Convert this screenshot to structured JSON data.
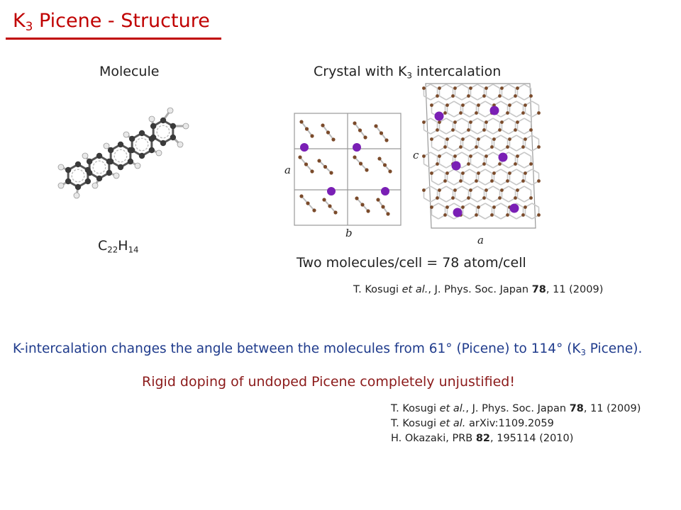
{
  "title": {
    "main": "K",
    "sub": "3",
    "rest": " Picene - Structure"
  },
  "molecule": {
    "header": "Molecule",
    "formula": {
      "c": "C",
      "c_count": "22",
      "h": "H",
      "h_count": "14"
    }
  },
  "crystal": {
    "header_main": "Crystal with K",
    "header_sub": "3",
    "header_rest": " intercalation",
    "axis_a_left": "a",
    "axis_b": "b",
    "axis_c": "c",
    "axis_a_right": "a",
    "caption": "Two molecules/cell = 78 atom/cell"
  },
  "ref_top": {
    "author": "T. Kosugi ",
    "etal": "et al.",
    "journal": ", J. Phys. Soc. Japan ",
    "volume": "78",
    "pages": ", 11 (2009)"
  },
  "statement": {
    "part1": "K-intercalation changes the angle between the molecules from 61° (Picene) to 114° (K",
    "sub": "3",
    "part2": " Picene)."
  },
  "conclusion": "Rigid doping of undoped Picene completely unjustified!",
  "references": [
    {
      "author": "T. Kosugi ",
      "etal": "et al.",
      "rest1": ", J. Phys. Soc. Japan ",
      "bold": "78",
      "rest2": ", 11 (2009)"
    },
    {
      "author": "T. Kosugi ",
      "etal": "et al.",
      "rest1": " arXiv:1109.2059",
      "bold": "",
      "rest2": ""
    },
    {
      "author": "H. Okazaki, PRB ",
      "etal": "",
      "rest1": "",
      "bold": "82",
      "rest2": ", 195114 (2010)"
    }
  ],
  "colors": {
    "title": "#c00000",
    "statement": "#1f3b8c",
    "conclusion": "#8b1a1a",
    "potassium": "#7a1fb5",
    "carbon": "#7a4a2a"
  }
}
